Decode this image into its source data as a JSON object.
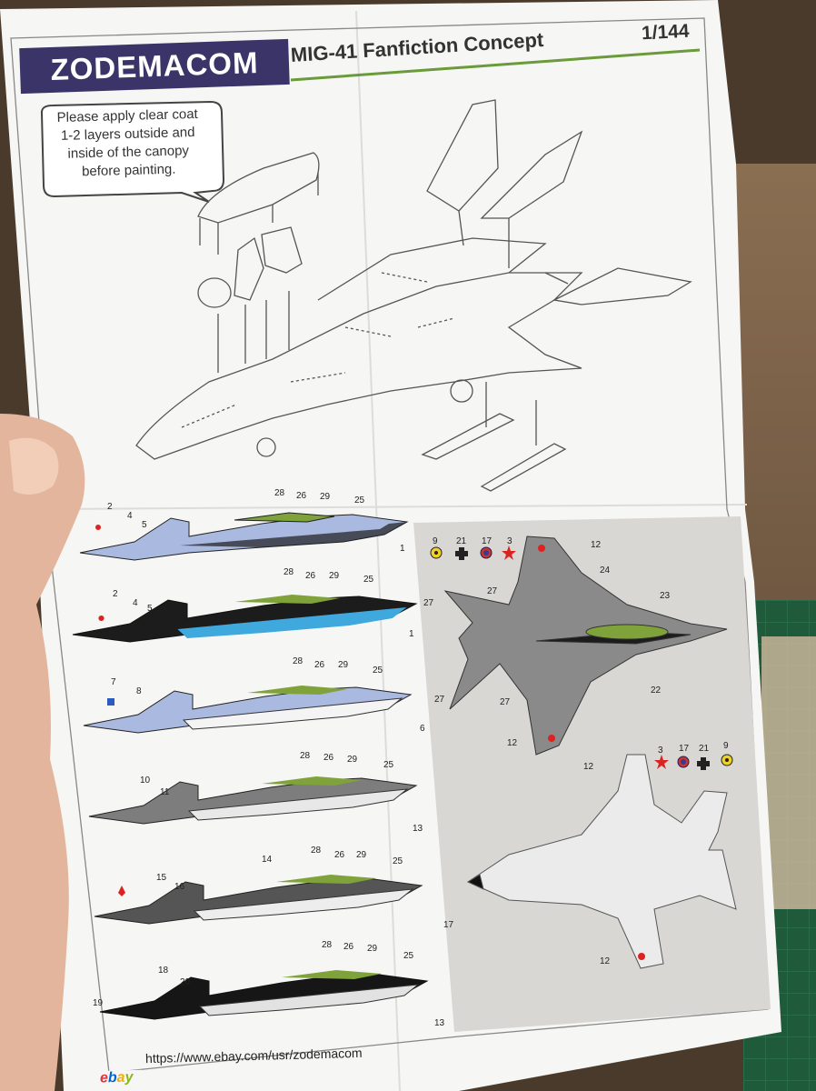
{
  "sheet": {
    "brand": "ZODEMACOM",
    "title": "MIG-41 Fanfiction Concept",
    "scale": "1/144",
    "note_lines": [
      "Please apply clear coat",
      "1-2 layers outside and",
      "inside of the canopy",
      "before painting."
    ],
    "footer_url": "https://www.ebay.com/usr/zodemacom",
    "footer_logo_letters": [
      "e",
      "b",
      "a",
      "y"
    ]
  },
  "callouts": {
    "p1": [
      "2",
      "4",
      "5",
      "28",
      "26",
      "29",
      "25",
      "1"
    ],
    "p2": [
      "2",
      "4",
      "5",
      "28",
      "26",
      "29",
      "25",
      "1"
    ],
    "p3": [
      "7",
      "8",
      "28",
      "26",
      "29",
      "25",
      "6"
    ],
    "p4": [
      "10",
      "11",
      "28",
      "26",
      "29",
      "25",
      "13"
    ],
    "p5": [
      "15",
      "16",
      "14",
      "28",
      "26",
      "29",
      "25",
      "17"
    ],
    "p6": [
      "18",
      "19",
      "20",
      "28",
      "26",
      "29",
      "25",
      "13"
    ],
    "top_markings": [
      "9",
      "21",
      "17",
      "3",
      "12"
    ],
    "top_view": [
      "27",
      "24",
      "27",
      "23",
      "27",
      "22",
      "27",
      "12"
    ],
    "bottom_markings": [
      "12",
      "3",
      "17",
      "21",
      "9"
    ],
    "bottom_view": [
      "12"
    ]
  },
  "colors": {
    "brand_bg": "#3b3468",
    "title_underline": "#6a9a3a",
    "scheme_lightblue": "#a9b9e0",
    "scheme_cyan": "#3fa8dc",
    "scheme_black": "#1c1c1c",
    "scheme_grey": "#8a8a8a",
    "canopy_green": "#7fa33a",
    "panel_grey": "#b9b6b2",
    "ebay_red": "#e53238",
    "ebay_blue": "#0064d2",
    "ebay_yellow": "#f5af02",
    "ebay_green": "#86b817"
  }
}
